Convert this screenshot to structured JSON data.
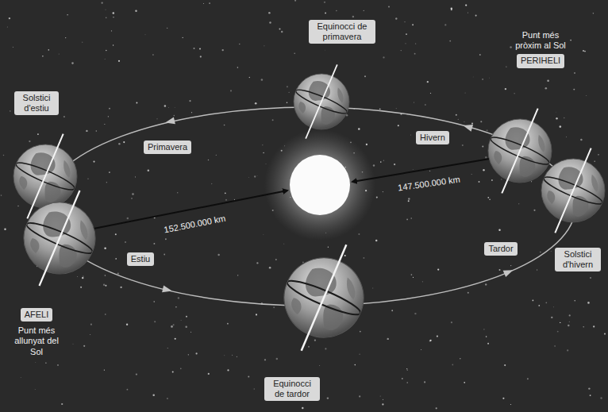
{
  "diagram": {
    "nodes": [
      {
        "text": [
          "Equinocci de primavera"
        ]
      },
      {
        "text": [
          "Punt més pròxim al Sol",
          "PERIHELI"
        ]
      },
      {
        "text": [
          "Solstici d'estiu"
        ]
      },
      {
        "text": [
          "Hivern"
        ]
      },
      {
        "text": [
          "Primavera"
        ]
      },
      {
        "text": [
          "Tardor"
        ]
      },
      {
        "text": [
          "Estiu"
        ]
      },
      {
        "text": [
          "Solstici d'hivern"
        ]
      },
      {
        "text": [
          "AFELI",
          "Punt més allunyat del Sol"
        ]
      },
      {
        "text": [
          "Equinocci de tardor"
        ]
      }
    ],
    "labels": [
      "152.500.000 km",
      "147.500.000 km"
    ]
  }
}
